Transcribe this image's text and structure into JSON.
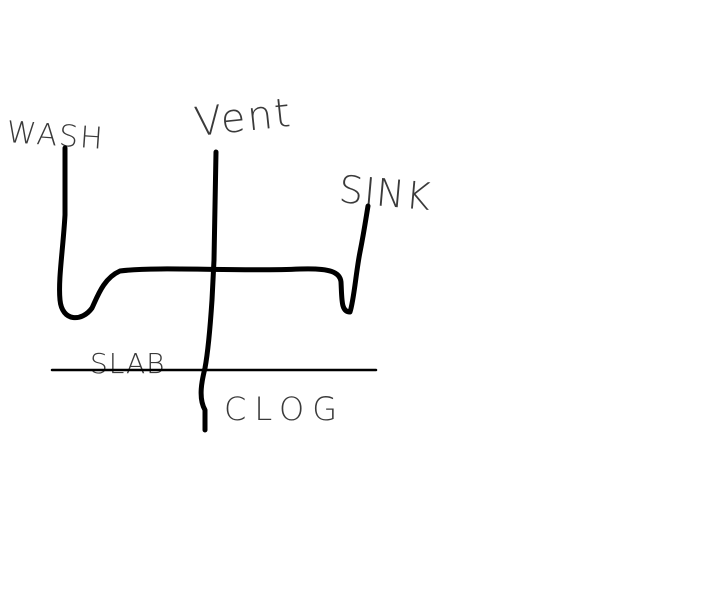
{
  "labels": {
    "wash": "WASH",
    "vent": "Vent",
    "sink": "SINK",
    "slab": "SLAB",
    "clog": "CLOG"
  },
  "colors": {
    "background": "#ffffff",
    "pipe": "#000000",
    "label": "#3a3a3a"
  }
}
